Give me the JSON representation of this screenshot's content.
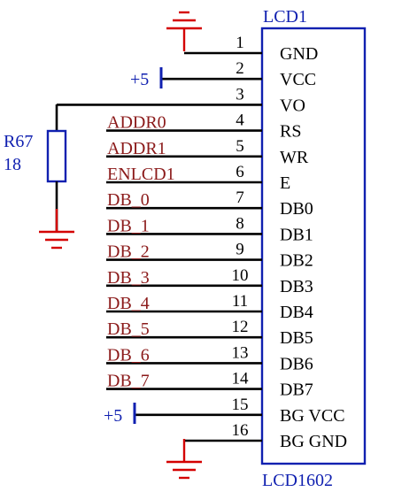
{
  "component": {
    "ref": "LCD1",
    "part": "LCD1602",
    "pins": [
      {
        "num": "1",
        "name": "GND"
      },
      {
        "num": "2",
        "name": "VCC"
      },
      {
        "num": "3",
        "name": "VO"
      },
      {
        "num": "4",
        "name": "RS"
      },
      {
        "num": "5",
        "name": "WR"
      },
      {
        "num": "6",
        "name": "E"
      },
      {
        "num": "7",
        "name": "DB0"
      },
      {
        "num": "8",
        "name": "DB1"
      },
      {
        "num": "9",
        "name": "DB2"
      },
      {
        "num": "10",
        "name": "DB3"
      },
      {
        "num": "11",
        "name": "DB4"
      },
      {
        "num": "12",
        "name": "DB5"
      },
      {
        "num": "13",
        "name": "DB6"
      },
      {
        "num": "14",
        "name": "DB7"
      },
      {
        "num": "15",
        "name": "BG VCC"
      },
      {
        "num": "16",
        "name": "BG GND"
      }
    ]
  },
  "nets": [
    "ADDR0",
    "ADDR1",
    "ENLCD1",
    "DB_0",
    "DB_1",
    "DB_2",
    "DB_3",
    "DB_4",
    "DB_5",
    "DB_6",
    "DB_7"
  ],
  "power": {
    "pin2": "+5",
    "pin15": "+5"
  },
  "resistor": {
    "ref": "R67",
    "value": "18"
  },
  "colors": {
    "wire": "#000000",
    "ground": "#d40000",
    "net_label": "#8b1a1a",
    "component": "#1020b0"
  }
}
